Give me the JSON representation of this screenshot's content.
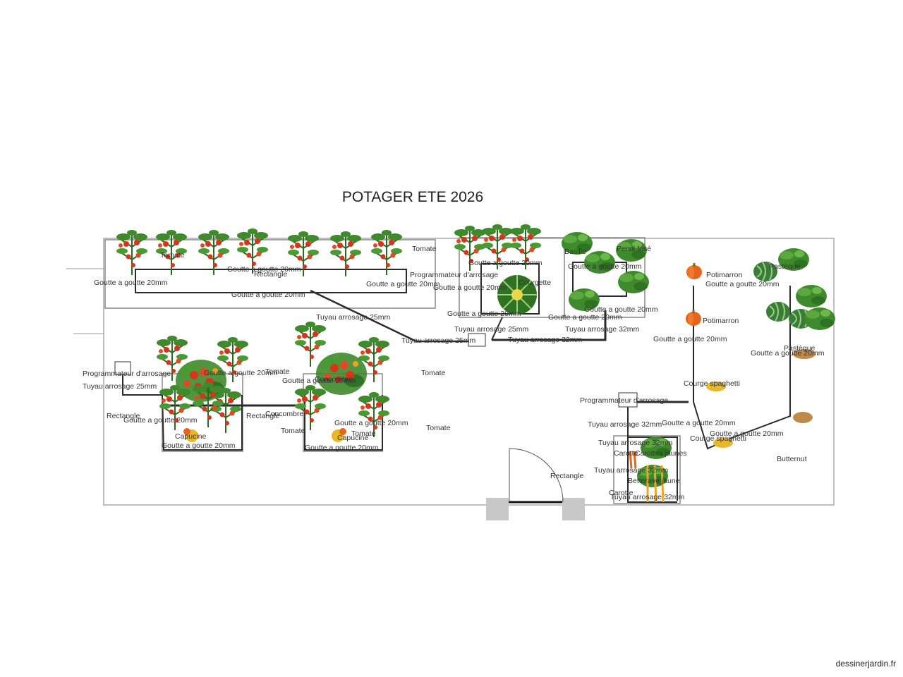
{
  "plan": {
    "title": "POTAGER ETE 2026",
    "credit": "dessinerjardin.fr"
  },
  "labels": {
    "tomate": "Tomate",
    "goutte": "Goutte a goutte 20mm",
    "rectangle": "Rectangle",
    "tuyau25": "Tuyau arrosage 25mm",
    "tuyau32": "Tuyau arrosage 32mm",
    "programmateur": "Programmateur d'arrosage",
    "potimarron": "Potimarron",
    "pasteque": "Pastèque",
    "courge_spaghetti": "Courge spaghetti",
    "butternut": "Butternut",
    "carotte": "Carotte",
    "carottes_jaunes": "Carottes jaunes",
    "betterave_jaune": "Betterave jaune",
    "courgette": "Courgette",
    "concombre": "Concombre",
    "persil_frise": "Persil frisé",
    "basilic": "Basilic",
    "capucine": "Capucine"
  },
  "colors": {
    "bed_border": "#8a8a8a",
    "pipe": "#2b2b2b",
    "pillar": "#c8c8c8",
    "tomato_fruit": "#d8341c",
    "leaf": "#3f8a2c",
    "potimarron": "#e8641c",
    "squash": "#e8b82a",
    "watermelon": "#3a7d3a",
    "butternut": "#c08a4a"
  }
}
